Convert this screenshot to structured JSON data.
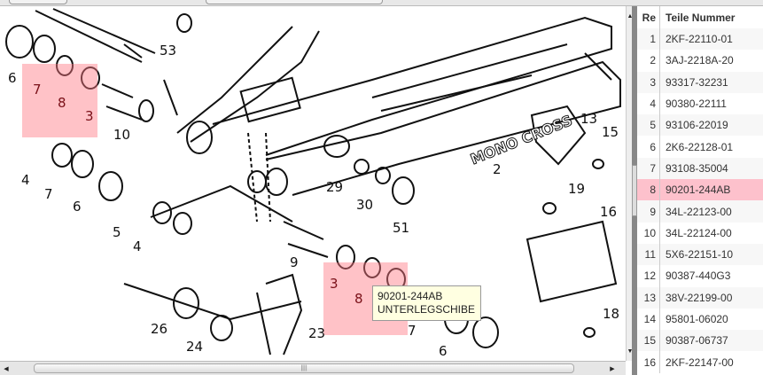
{
  "diagram": {
    "brand_text": "MONO CROSS",
    "callouts": [
      {
        "label": "6"
      },
      {
        "label": "7"
      },
      {
        "label": "8"
      },
      {
        "label": "3"
      },
      {
        "label": "10"
      },
      {
        "label": "53"
      },
      {
        "label": "4"
      },
      {
        "label": "7"
      },
      {
        "label": "6"
      },
      {
        "label": "5"
      },
      {
        "label": "4"
      },
      {
        "label": "29"
      },
      {
        "label": "30"
      },
      {
        "label": "51"
      },
      {
        "label": "19"
      },
      {
        "label": "13"
      },
      {
        "label": "15"
      },
      {
        "label": "16"
      },
      {
        "label": "2"
      },
      {
        "label": "9"
      },
      {
        "label": "3"
      },
      {
        "label": "8"
      },
      {
        "label": "7"
      },
      {
        "label": "6"
      },
      {
        "label": "26"
      },
      {
        "label": "24"
      },
      {
        "label": "23"
      },
      {
        "label": "18"
      }
    ],
    "highlight_color": "#fdb9bd"
  },
  "tooltip": {
    "part_number": "90201-244AB",
    "description": "UNTERLEGSCHIBE"
  },
  "table": {
    "headers": [
      "Re",
      "Teile Nummer"
    ],
    "selected_color": "#fdc1cc",
    "rows": [
      {
        "ref": "1",
        "part": "2KF-22110-01"
      },
      {
        "ref": "2",
        "part": "3AJ-2218A-20"
      },
      {
        "ref": "3",
        "part": "93317-32231"
      },
      {
        "ref": "4",
        "part": "90380-22111"
      },
      {
        "ref": "5",
        "part": "93106-22019"
      },
      {
        "ref": "6",
        "part": "2K6-22128-01"
      },
      {
        "ref": "7",
        "part": "93108-35004"
      },
      {
        "ref": "8",
        "part": "90201-244AB",
        "selected": true
      },
      {
        "ref": "9",
        "part": "34L-22123-00"
      },
      {
        "ref": "10",
        "part": "34L-22124-00"
      },
      {
        "ref": "11",
        "part": "5X6-22151-10"
      },
      {
        "ref": "12",
        "part": "90387-440G3"
      },
      {
        "ref": "13",
        "part": "38V-22199-00"
      },
      {
        "ref": "14",
        "part": "95801-06020"
      },
      {
        "ref": "15",
        "part": "90387-06737"
      },
      {
        "ref": "16",
        "part": "2KF-22147-00"
      }
    ]
  }
}
